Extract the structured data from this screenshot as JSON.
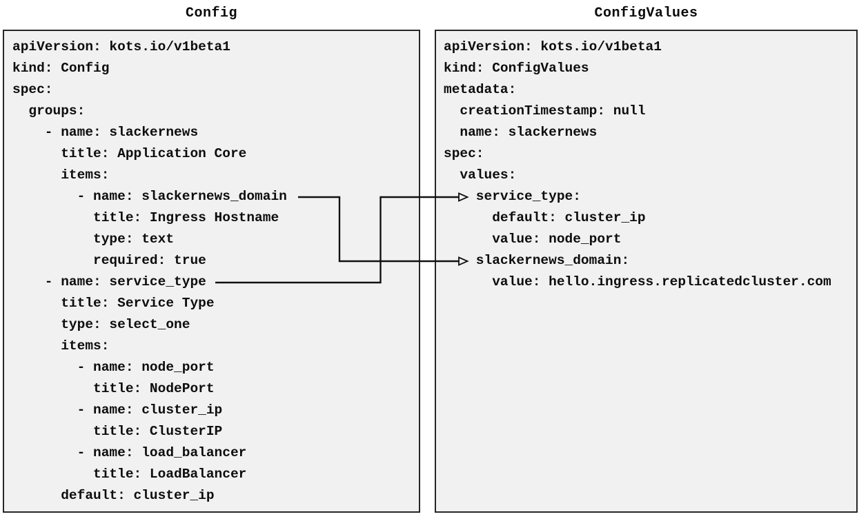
{
  "panels": {
    "config": {
      "title": "Config",
      "lines": [
        "apiVersion: kots.io/v1beta1",
        "kind: Config",
        "spec:",
        "  groups:",
        "    - name: slackernews",
        "      title: Application Core",
        "      items:",
        "        - name: slackernews_domain",
        "          title: Ingress Hostname",
        "          type: text",
        "          required: true",
        "    - name: service_type",
        "      title: Service Type",
        "      type: select_one",
        "      items:",
        "        - name: node_port",
        "          title: NodePort",
        "        - name: cluster_ip",
        "          title: ClusterIP",
        "        - name: load_balancer",
        "          title: LoadBalancer",
        "      default: cluster_ip"
      ]
    },
    "config_values": {
      "title": "ConfigValues",
      "lines": [
        "apiVersion: kots.io/v1beta1",
        "kind: ConfigValues",
        "metadata:",
        "  creationTimestamp: null",
        "  name: slackernews",
        "spec:",
        "  values:",
        "    service_type:",
        "      default: cluster_ip",
        "      value: node_port",
        "    slackernews_domain:",
        "      value: hello.ingress.replicatedcluster.com"
      ]
    }
  },
  "connectors": [
    {
      "from": "Config item name: slackernews_domain",
      "to": "ConfigValues spec.values.slackernews_domain"
    },
    {
      "from": "Config item name: service_type",
      "to": "ConfigValues spec.values.service_type"
    }
  ],
  "colors": {
    "page_bg": "#ffffff",
    "panel_bg": "#f1f1f1",
    "panel_border": "#262626",
    "text": "#0d0d0d",
    "connector": "#111111"
  }
}
